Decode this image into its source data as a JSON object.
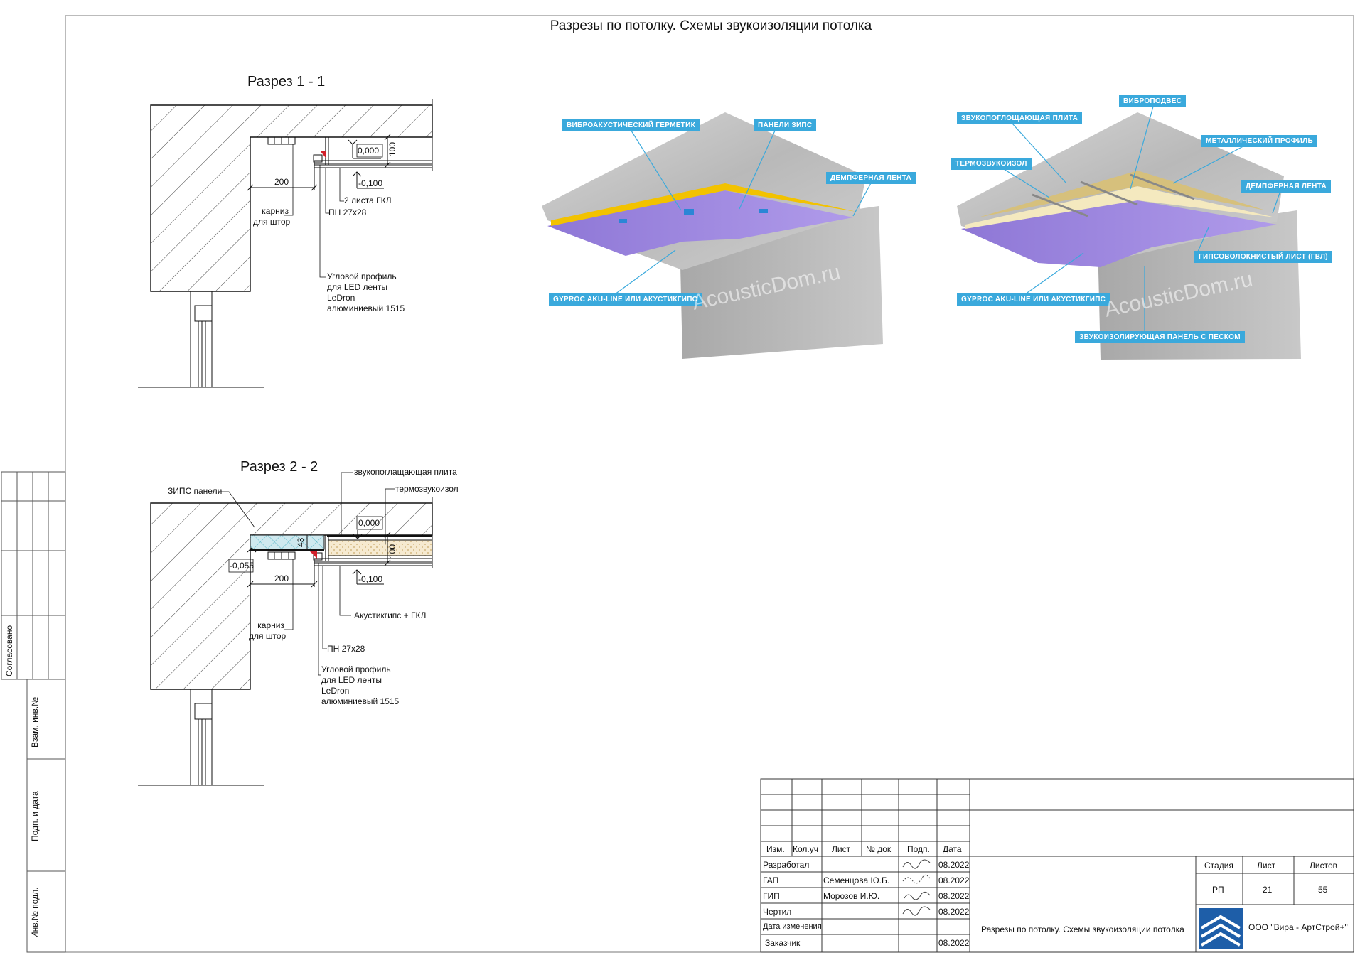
{
  "sheet_title": "Разрезы по потолку. Схемы звукоизоляции потолка",
  "section1": {
    "title": "Разрез 1 - 1",
    "level_top": "0,000",
    "level_bottom": "-0,100",
    "dim_100": "100",
    "dim_200": "200",
    "label_gkl": "2 листа ГКЛ",
    "label_pn": "ПН 27х28",
    "label_cornice": [
      "карниз",
      "для штор"
    ],
    "label_profile": [
      "Угловой профиль",
      "для LED ленты",
      "LeDron",
      "алюминиевый 1515"
    ]
  },
  "section2": {
    "title": "Разрез 2 - 2",
    "level_top": "0,000",
    "level_bottom": "-0,100",
    "level_zips": "-0,055",
    "dim_100": "100",
    "dim_200": "200",
    "dim_43": "43",
    "label_zips": "ЗИПС панели",
    "label_absorb": "звукопоглащающая плита",
    "label_thermo": "термозвукоизол",
    "label_akustik": "Акустикгипс + ГКЛ",
    "label_pn": "ПН 27х28",
    "label_cornice": [
      "карниз",
      "для штор"
    ],
    "label_profile": [
      "Угловой профиль",
      "для LED ленты",
      "LeDron",
      "алюминиевый 1515"
    ]
  },
  "render1": {
    "tags": [
      "ВИБРОАКУСТИЧЕСКИЙ ГЕРМЕТИК",
      "ПАНЕЛИ ЗИПС",
      "ДЕМПФЕРНАЯ ЛЕНТА",
      "GYPROC AKU-LINE ИЛИ АКУСТИКГИПС"
    ],
    "watermark": "AcousticDom.ru"
  },
  "render2": {
    "tags": [
      "ВИБРОПОДВЕС",
      "ЗВУКОПОГЛОЩАЮЩАЯ ПЛИТА",
      "МЕТАЛЛИЧЕСКИЙ ПРОФИЛЬ",
      "ТЕРМОЗВУКОИЗОЛ",
      "ДЕМПФЕРНАЯ ЛЕНТА",
      "ГИПСОВОЛОКНИСТЫЙ ЛИСТ (ГВЛ)",
      "GYPROC AKU-LINE ИЛИ АКУСТИКГИПС",
      "ЗВУКОИЗОЛИРУЮЩАЯ ПАНЕЛЬ С ПЕСКОМ"
    ],
    "watermark": "AcousticDom.ru"
  },
  "side_frame": {
    "approved": "Согласовано",
    "inv_replace": "Взам. инв.№",
    "sign_date": "Подп. и дата",
    "inv_orig": "Инв.№ подл."
  },
  "stamp": {
    "headers": [
      "Изм.",
      "Кол.уч",
      "Лист",
      "№ док",
      "Подп.",
      "Дата"
    ],
    "rows": [
      {
        "role": "Разработал",
        "name": "",
        "date": "08.2022",
        "signed": true
      },
      {
        "role": "ГАП",
        "name": "Семенцова Ю.Б.",
        "date": "08.2022",
        "signed": true
      },
      {
        "role": "ГИП",
        "name": "Морозов И.Ю.",
        "date": "08.2022",
        "signed": true
      },
      {
        "role": "Чертил",
        "name": "",
        "date": "08.2022",
        "signed": true
      },
      {
        "role": "Дата изменения",
        "name": "",
        "date": "",
        "signed": false
      },
      {
        "role": "Заказчик",
        "name": "",
        "date": "08.2022",
        "signed": false
      }
    ],
    "stage_label": "Стадия",
    "sheet_label": "Лист",
    "sheets_label": "Листов",
    "stage": "РП",
    "sheet": "21",
    "sheets": "55",
    "drawing_title": "Разрезы по потолку. Схемы звукоизоляции потолка",
    "company": "ООО \"Вира - АртСтрой+\""
  }
}
